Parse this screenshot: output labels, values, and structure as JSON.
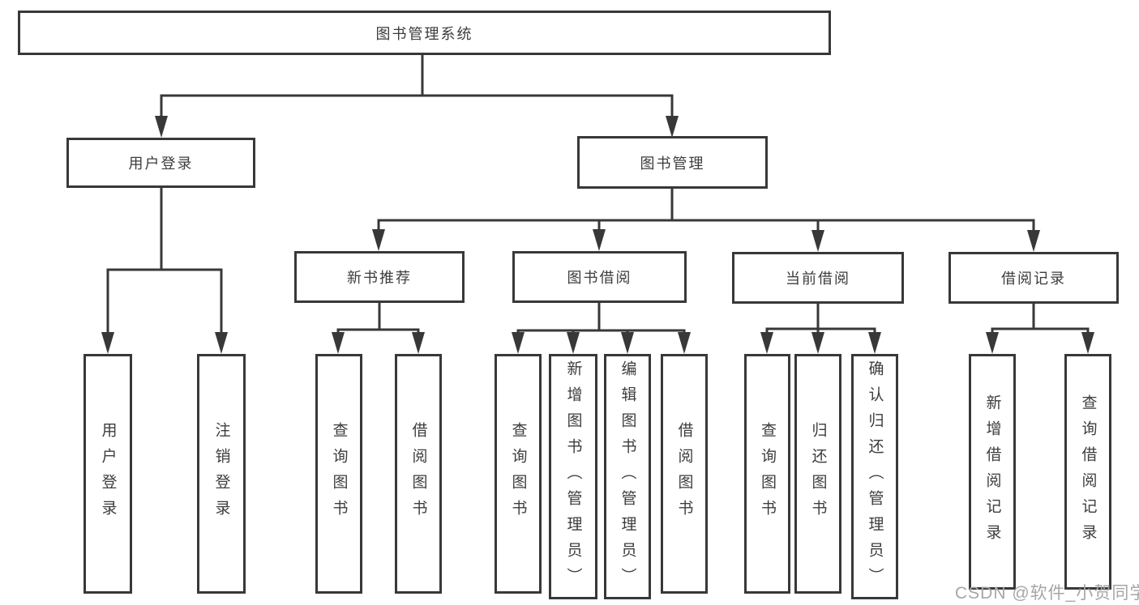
{
  "diagram_type": "hierarchy-tree",
  "tree": {
    "label": "图书管理系统",
    "children": [
      {
        "label": "用户登录",
        "children": [
          {
            "label": "用户登录"
          },
          {
            "label": "注销登录"
          }
        ]
      },
      {
        "label": "图书管理",
        "children": [
          {
            "label": "新书推荐",
            "children": [
              {
                "label": "查询图书"
              },
              {
                "label": "借阅图书"
              }
            ]
          },
          {
            "label": "图书借阅",
            "children": [
              {
                "label": "查询图书"
              },
              {
                "label": "新增图书（管理员）"
              },
              {
                "label": "编辑图书（管理员）"
              },
              {
                "label": "借阅图书"
              }
            ]
          },
          {
            "label": "当前借阅",
            "children": [
              {
                "label": "查询图书"
              },
              {
                "label": "归还图书"
              },
              {
                "label": "确认归还（管理员）"
              }
            ]
          },
          {
            "label": "借阅记录",
            "children": [
              {
                "label": "新增借阅记录"
              },
              {
                "label": "查询借阅记录"
              }
            ]
          }
        ]
      }
    ]
  },
  "watermark": {
    "text": "CSDN @软件_小贺同学"
  },
  "colors": {
    "line": "#383838",
    "box_border": "#383838",
    "box_background": "#ffffff",
    "text": "#3d3d3d",
    "watermark": "#a6a6a6",
    "page_background": "#ffffff"
  }
}
